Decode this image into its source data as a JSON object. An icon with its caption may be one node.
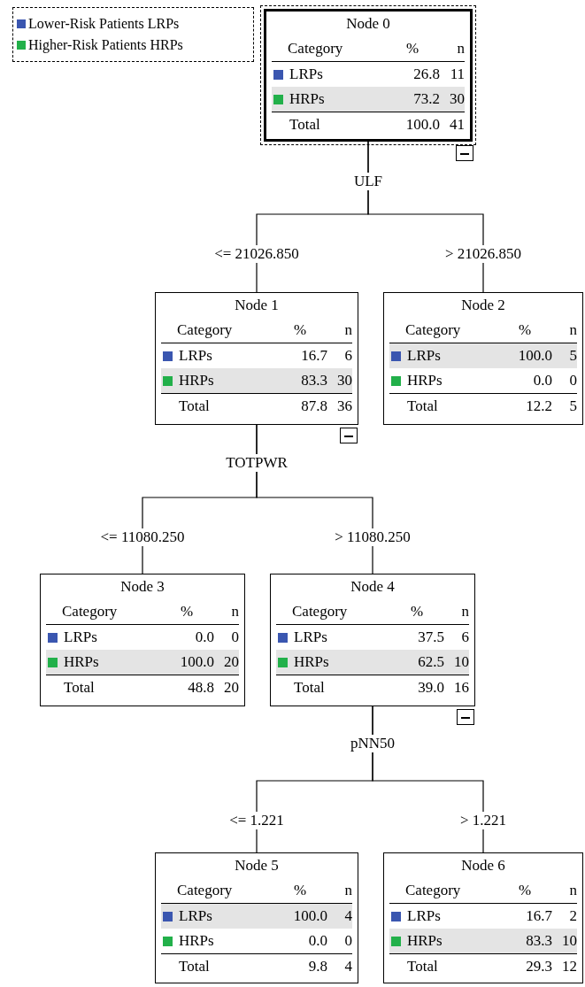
{
  "diagram": {
    "nodes": [
      {
        "text": [
          "Node 0",
          "Category",
          "%",
          "n",
          "LRPs",
          "26.8",
          "11",
          "HRPs",
          "73.2",
          "30",
          "Total",
          "100.0",
          "41"
        ]
      },
      {
        "text": [
          "Node 1",
          "Category",
          "%",
          "n",
          "LRPs",
          "16.7",
          "6",
          "HRPs",
          "83.3",
          "30",
          "Total",
          "87.8",
          "36"
        ]
      },
      {
        "text": [
          "Node 2",
          "Category",
          "%",
          "n",
          "LRPs",
          "100.0",
          "5",
          "HRPs",
          "0.0",
          "0",
          "Total",
          "12.2",
          "5"
        ]
      },
      {
        "text": [
          "Node 3",
          "Category",
          "%",
          "n",
          "LRPs",
          "0.0",
          "0",
          "HRPs",
          "100.0",
          "20",
          "Total",
          "48.8",
          "20"
        ]
      },
      {
        "text": [
          "Node 4",
          "Category",
          "%",
          "n",
          "LRPs",
          "37.5",
          "6",
          "HRPs",
          "62.5",
          "10",
          "Total",
          "39.0",
          "16"
        ]
      },
      {
        "text": [
          "Node 5",
          "Category",
          "%",
          "n",
          "LRPs",
          "100.0",
          "4",
          "HRPs",
          "0.0",
          "0",
          "Total",
          "9.8",
          "4"
        ]
      },
      {
        "text": [
          "Node 6",
          "Category",
          "%",
          "n",
          "LRPs",
          "16.7",
          "2",
          "HRPs",
          "83.3",
          "10",
          "Total",
          "29.3",
          "12"
        ]
      }
    ],
    "edges": [
      {
        "from": 0,
        "to": 1,
        "arrow": "none",
        "label": "<= 21026.850"
      },
      {
        "from": 0,
        "to": 2,
        "arrow": "none",
        "label": "> 21026.850"
      },
      {
        "from": 1,
        "to": 3,
        "arrow": "none",
        "label": "<= 11080.250"
      },
      {
        "from": 1,
        "to": 4,
        "arrow": "none",
        "label": "> 11080.250"
      },
      {
        "from": 4,
        "to": 5,
        "arrow": "none",
        "label": "<= 1.221"
      },
      {
        "from": 4,
        "to": 6,
        "arrow": "none",
        "label": "> 1.221"
      }
    ],
    "labels": [
      "ULF",
      "TOTPWR",
      "pNN50"
    ],
    "legend": [
      {
        "text": "Lower-Risk Patients LRPs",
        "color": "#3a56b0"
      },
      {
        "text": "Higher-Risk Patients HRPs",
        "color": "#22b04a"
      }
    ]
  }
}
